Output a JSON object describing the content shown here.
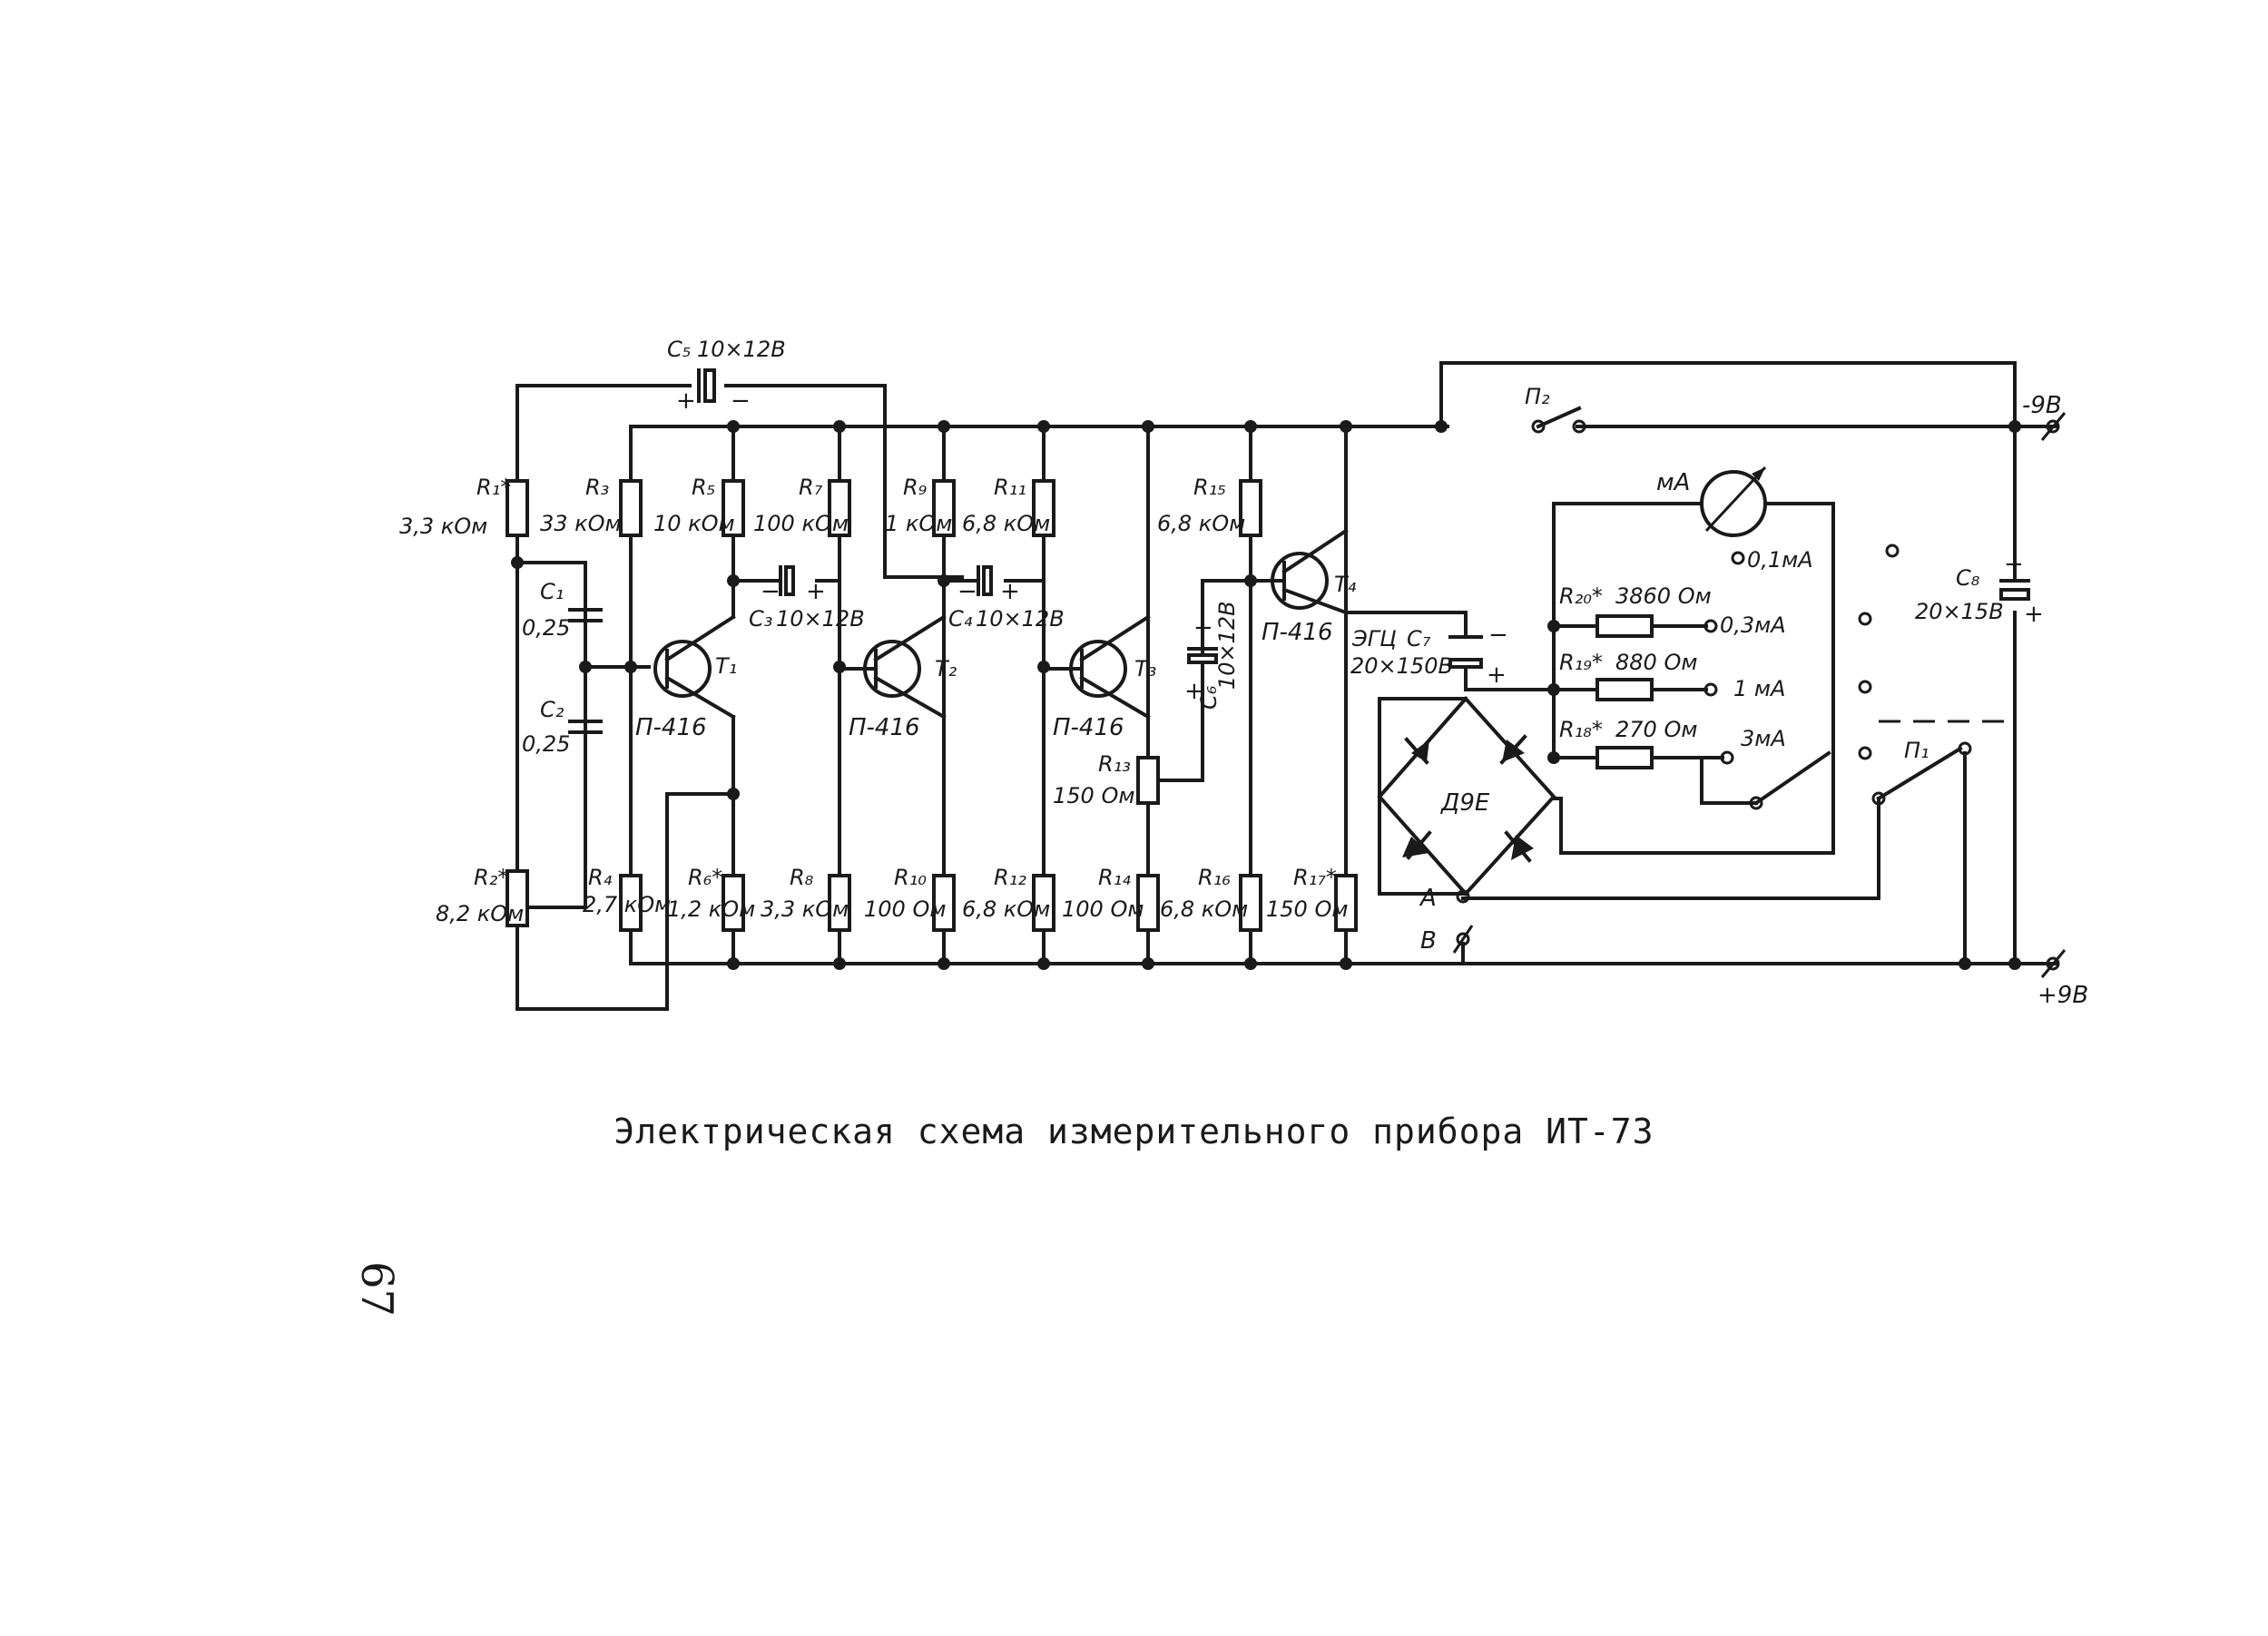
{
  "caption": "Электрическая схема измерительного прибора ИТ-73",
  "page_number": "67",
  "supply": {
    "minus": "-9В",
    "plus": "+9В"
  },
  "resistors": [
    {
      "id": "R1",
      "label": "R₁*",
      "value": "3,3 кОм"
    },
    {
      "id": "R2",
      "label": "R₂*",
      "value": "8,2 кОм"
    },
    {
      "id": "R3",
      "label": "R₃",
      "value": "33 кОм"
    },
    {
      "id": "R4",
      "label": "R₄",
      "value": "2,7 кОм"
    },
    {
      "id": "R5",
      "label": "R₅",
      "value": "10 кОм"
    },
    {
      "id": "R6",
      "label": "R₆*",
      "value": "1,2 кОм"
    },
    {
      "id": "R7",
      "label": "R₇",
      "value": "100 кОм"
    },
    {
      "id": "R8",
      "label": "R₈",
      "value": "3,3 кОм"
    },
    {
      "id": "R9",
      "label": "R₉",
      "value": "1 кОм"
    },
    {
      "id": "R10",
      "label": "R₁₀",
      "value": "100 Ом"
    },
    {
      "id": "R11",
      "label": "R₁₁",
      "value": "6,8 кОм"
    },
    {
      "id": "R12",
      "label": "R₁₂",
      "value": "6,8 кОм"
    },
    {
      "id": "R13",
      "label": "R₁₃",
      "value": "150 Ом"
    },
    {
      "id": "R14",
      "label": "R₁₄",
      "value": "100 Ом"
    },
    {
      "id": "R15",
      "label": "R₁₅",
      "value": "6,8 кОм"
    },
    {
      "id": "R16",
      "label": "R₁₆",
      "value": "6,8 кОм"
    },
    {
      "id": "R17",
      "label": "R₁₇*",
      "value": "150 Ом"
    },
    {
      "id": "R18",
      "label": "R₁₈*",
      "value": "270 Ом"
    },
    {
      "id": "R19",
      "label": "R₁₉*",
      "value": "880 Ом"
    },
    {
      "id": "R20",
      "label": "R₂₀*",
      "value": "3860 Ом"
    }
  ],
  "capacitors": [
    {
      "id": "C1",
      "label": "C₁",
      "value": "0,25"
    },
    {
      "id": "C2",
      "label": "C₂",
      "value": "0,25"
    },
    {
      "id": "C3",
      "label": "C₃",
      "value": "10×12В"
    },
    {
      "id": "C4",
      "label": "C₄",
      "value": "10×12В"
    },
    {
      "id": "C5",
      "label": "C₅",
      "value": "10×12В"
    },
    {
      "id": "C6",
      "label": "C₆",
      "value": "10×12В"
    },
    {
      "id": "C7",
      "label": "C₇",
      "value": "20×150В"
    },
    {
      "id": "C8",
      "label": "C₈",
      "value": "20×15В"
    }
  ],
  "transistors": [
    {
      "id": "T1",
      "label": "T₁",
      "type": "П-416"
    },
    {
      "id": "T2",
      "label": "T₂",
      "type": "П-416"
    },
    {
      "id": "T3",
      "label": "T₃",
      "type": "П-416"
    },
    {
      "id": "T4",
      "label": "T₄",
      "type": "П-416"
    }
  ],
  "capacitor_type": "ЭГЦ",
  "diode_bridge": "Д9Е",
  "meter": "мА",
  "ranges": [
    "0,1мА",
    "0,3мА",
    "1 мА",
    "3мА"
  ],
  "switches": {
    "p1": "П₁",
    "p2": "П₂"
  },
  "terminals": {
    "a": "А",
    "b": "В"
  },
  "plus_sign": "+",
  "minus_sign": "−"
}
